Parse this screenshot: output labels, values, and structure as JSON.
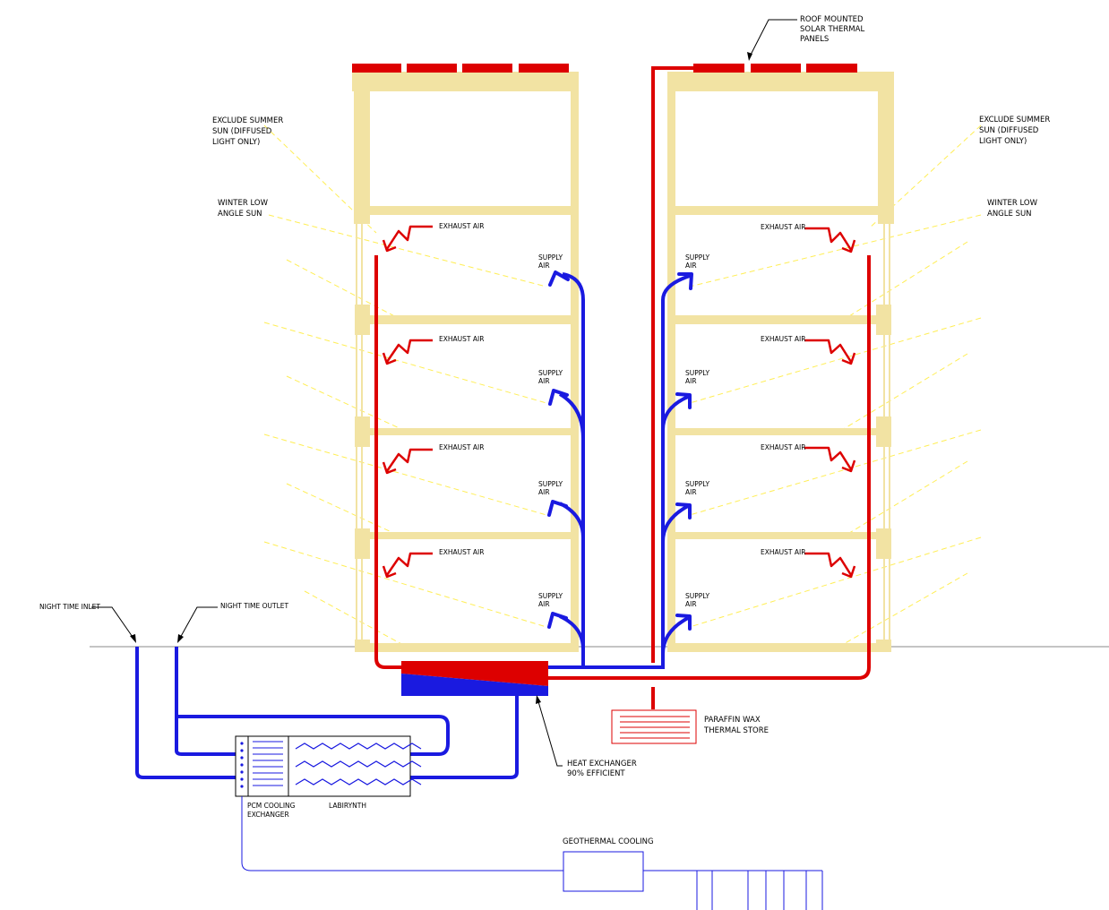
{
  "labels": {
    "roof_panels": [
      "ROOF MOUNTED",
      "SOLAR THERMAL",
      "PANELS"
    ],
    "exclude_summer_left": [
      "EXCLUDE SUMMER",
      "SUN (DIFFUSED",
      "LIGHT ONLY)"
    ],
    "exclude_summer_right": [
      "EXCLUDE SUMMER",
      "SUN (DIFFUSED",
      "LIGHT ONLY)"
    ],
    "winter_left": [
      "WINTER LOW",
      "ANGLE SUN"
    ],
    "winter_right": [
      "WINTER LOW",
      "ANGLE SUN"
    ],
    "exhaust_air": "EXHAUST AIR",
    "supply_air": [
      "SUPPLY",
      "AIR"
    ],
    "night_inlet": "NIGHT TIME INLET",
    "night_outlet": "NIGHT TIME OUTLET",
    "heat_exchanger": [
      "HEAT EXCHANGER",
      "90% EFFICIENT"
    ],
    "paraffin": [
      "PARAFFIN WAX",
      "THERMAL STORE"
    ],
    "pcm": [
      "PCM COOLING",
      "EXCHANGER"
    ],
    "labyrinth": "LABIRYNTH",
    "geothermal": "GEOTHERMAL COOLING"
  },
  "colors": {
    "structure": "#f2e3a3",
    "hot_duct": "#dd0000",
    "cold_duct": "#1a1ae0",
    "sun_rays": "#ffee55",
    "ground": "#888888"
  }
}
